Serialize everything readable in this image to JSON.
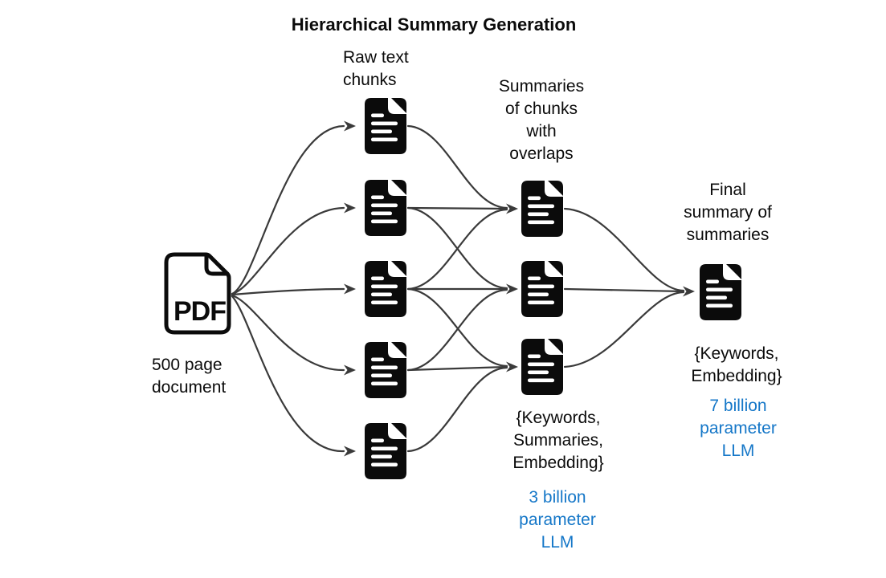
{
  "title": "Hierarchical Summary Generation",
  "colors": {
    "ink": "#0b0b0b",
    "arrow": "#3a3a3a",
    "model_blue": "#1577c8",
    "background": "#ffffff"
  },
  "nodes": {
    "source": {
      "icon": "pdf-file-icon",
      "icon_text": "PDF",
      "label": "500 page\ndocument"
    },
    "chunks": {
      "label": "Raw text\nchunks",
      "icon": "document-icon",
      "count": 5
    },
    "summaries": {
      "label": "Summaries\nof chunks\nwith\noverlaps",
      "icon": "document-icon",
      "count": 3,
      "outputs": "{Keywords,\nSummaries,\nEmbedding}",
      "model": "3 billion\nparameter\nLLM"
    },
    "final": {
      "label": "Final\nsummary of\nsummaries",
      "icon": "document-icon",
      "count": 1,
      "outputs": "{Keywords,\nEmbedding}",
      "model": "7 billion\nparameter\nLLM"
    }
  },
  "edges": [
    {
      "from": "pdf",
      "to": "chunk-1"
    },
    {
      "from": "pdf",
      "to": "chunk-2"
    },
    {
      "from": "pdf",
      "to": "chunk-3"
    },
    {
      "from": "pdf",
      "to": "chunk-4"
    },
    {
      "from": "pdf",
      "to": "chunk-5"
    },
    {
      "from": "chunk-1",
      "to": "summary-1"
    },
    {
      "from": "chunk-2",
      "to": "summary-1"
    },
    {
      "from": "chunk-3",
      "to": "summary-1"
    },
    {
      "from": "chunk-2",
      "to": "summary-2"
    },
    {
      "from": "chunk-3",
      "to": "summary-2"
    },
    {
      "from": "chunk-4",
      "to": "summary-2"
    },
    {
      "from": "chunk-3",
      "to": "summary-3"
    },
    {
      "from": "chunk-4",
      "to": "summary-3"
    },
    {
      "from": "chunk-5",
      "to": "summary-3"
    },
    {
      "from": "summary-1",
      "to": "final"
    },
    {
      "from": "summary-2",
      "to": "final"
    },
    {
      "from": "summary-3",
      "to": "final"
    }
  ]
}
